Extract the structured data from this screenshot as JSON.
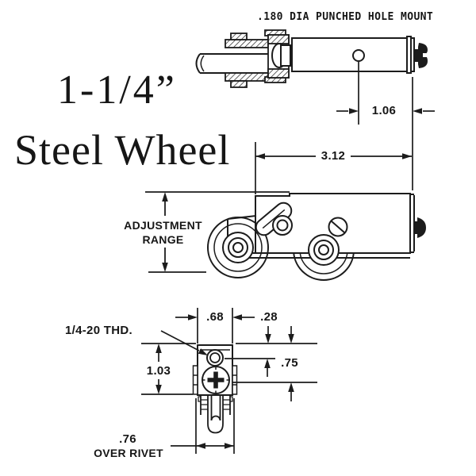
{
  "product": {
    "size": "1-1/4”",
    "name": "Steel Wheel"
  },
  "callouts": {
    "hole_mount": ".180 DIA PUNCHED HOLE MOUNT",
    "thread": "1/4-20 THD.",
    "adjustment_range_line1": "ADJUSTMENT",
    "adjustment_range_line2": "RANGE",
    "over_rivet_value": ".76",
    "over_rivet_label": "OVER RIVET"
  },
  "dimensions": {
    "hole_to_end": "1.06",
    "housing_length": "3.12",
    "body_width": ".68",
    "top_to_hole_center": ".28",
    "top_to_screw_center": ".75",
    "body_height": "1.03"
  },
  "colors": {
    "line": "#1c1c1c",
    "background": "#ffffff"
  }
}
